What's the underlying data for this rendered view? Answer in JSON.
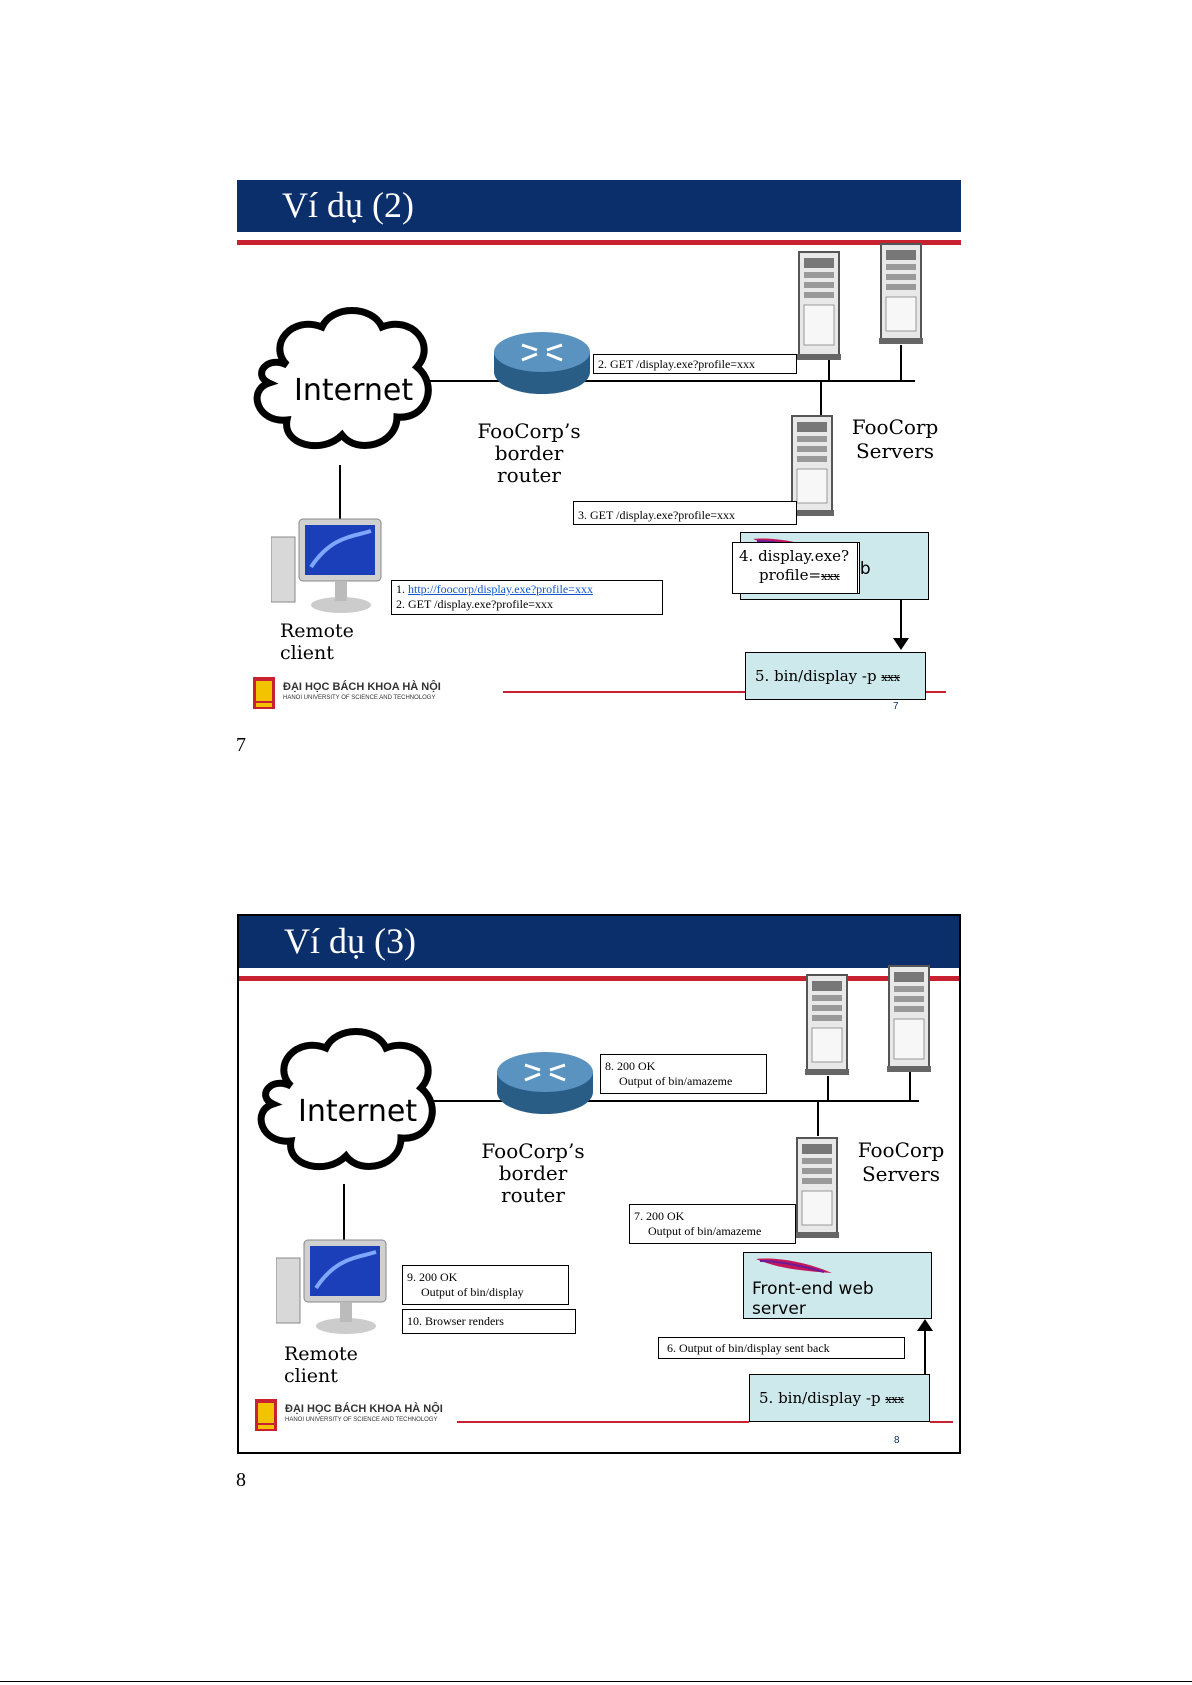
{
  "slides": [
    {
      "title": "Ví dụ (2)",
      "internet": "Internet",
      "router_label": [
        "FooCorp’s",
        "border router"
      ],
      "servers_label": [
        "FooCorp",
        "Servers"
      ],
      "client_label": "Remote client",
      "frontend_label": "Front-end web server",
      "bin_label": "5. bin/display -p ",
      "bin_xxx": "xxx",
      "note": [
        "4. display.exe?",
        "profile="
      ],
      "note_xxx": "xxx",
      "box_router": "2. GET /display.exe?profile=xxx",
      "box_server": "3. GET /display.exe?profile=xxx",
      "box_client_1_prefix": "1. ",
      "box_client_1_link": "http://foocorp/display.exe?profile=xxx",
      "box_client_2": "2. GET /display.exe?profile=xxx",
      "slide_number": "7",
      "page_number": "7"
    },
    {
      "title": "Ví dụ (3)",
      "internet": "Internet",
      "router_label": [
        "FooCorp’s",
        "border router"
      ],
      "servers_label": [
        "FooCorp",
        "Servers"
      ],
      "client_label": "Remote client",
      "frontend_label": "Front-end web server",
      "bin_label": "5. bin/display -p ",
      "bin_xxx": "xxx",
      "box_8": [
        "8. 200 OK",
        "Output of bin/amazeme"
      ],
      "box_7": [
        "7. 200 OK",
        "Output of bin/amazeme"
      ],
      "box_9": [
        "9. 200 OK",
        "Output of bin/display"
      ],
      "box_10": "10. Browser renders",
      "box_6": "6.  Output of bin/display sent back",
      "slide_number": "8",
      "page_number": "8"
    }
  ],
  "logo": {
    "main": "ĐẠI HỌC BÁCH KHOA HÀ NỘI",
    "sub": "HANOI UNIVERSITY OF SCIENCE AND TECHNOLOGY"
  }
}
